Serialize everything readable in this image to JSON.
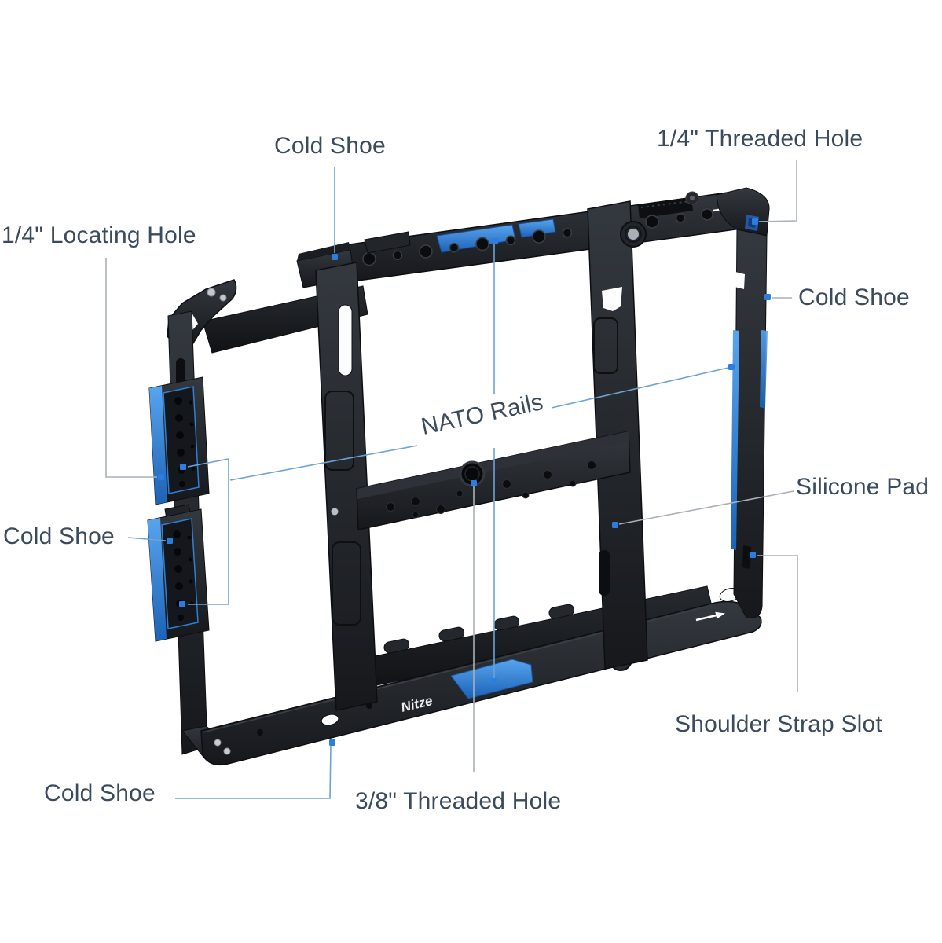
{
  "brand": {
    "logo_text": "Nitze"
  },
  "callouts": {
    "cold_shoe_top": {
      "label": "Cold Shoe"
    },
    "quarter_inch_threaded_hole": {
      "label": "1/4\" Threaded Hole"
    },
    "quarter_inch_locating_hole": {
      "label": "1/4\" Locating Hole"
    },
    "cold_shoe_right": {
      "label": "Cold Shoe"
    },
    "nato_rails": {
      "label": "NATO Rails"
    },
    "silicone_pad": {
      "label": "Silicone Pad"
    },
    "cold_shoe_left": {
      "label": "Cold Shoe"
    },
    "shoulder_strap_slot": {
      "label": "Shoulder Strap Slot"
    },
    "cold_shoe_bottom": {
      "label": "Cold Shoe"
    },
    "three_eighth_inch_threaded_hole": {
      "label": "3/8\" Threaded Hole"
    }
  },
  "colors": {
    "label_text": "#3b4b5d",
    "callout_line_blue": "#6ba3d6",
    "callout_line_gray": "#a9b0b7",
    "callout_dot": "#2b7de0",
    "accent_blue": "#2f7fd6",
    "background": "#ffffff"
  }
}
